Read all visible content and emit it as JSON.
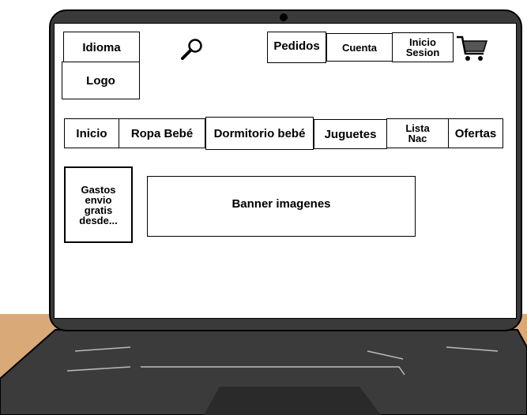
{
  "header": {
    "language_label": "Idioma",
    "logo_label": "Logo",
    "orders_label": "Pedidos",
    "account_label": "Cuenta",
    "login_label": "Inicio\nSesion",
    "search_icon": "search-icon",
    "cart_icon": "cart-icon"
  },
  "nav": {
    "items": [
      {
        "label": "Inicio"
      },
      {
        "label": "Ropa Bebé"
      },
      {
        "label": "Dormitorio bebé"
      },
      {
        "label": "Juguetes"
      },
      {
        "label": "Lista\nNac"
      },
      {
        "label": "Ofertas"
      }
    ]
  },
  "promo": {
    "shipping_text": "Gastos\nenvio\ngratis\ndesde..."
  },
  "banner": {
    "label": "Banner imagenes"
  }
}
